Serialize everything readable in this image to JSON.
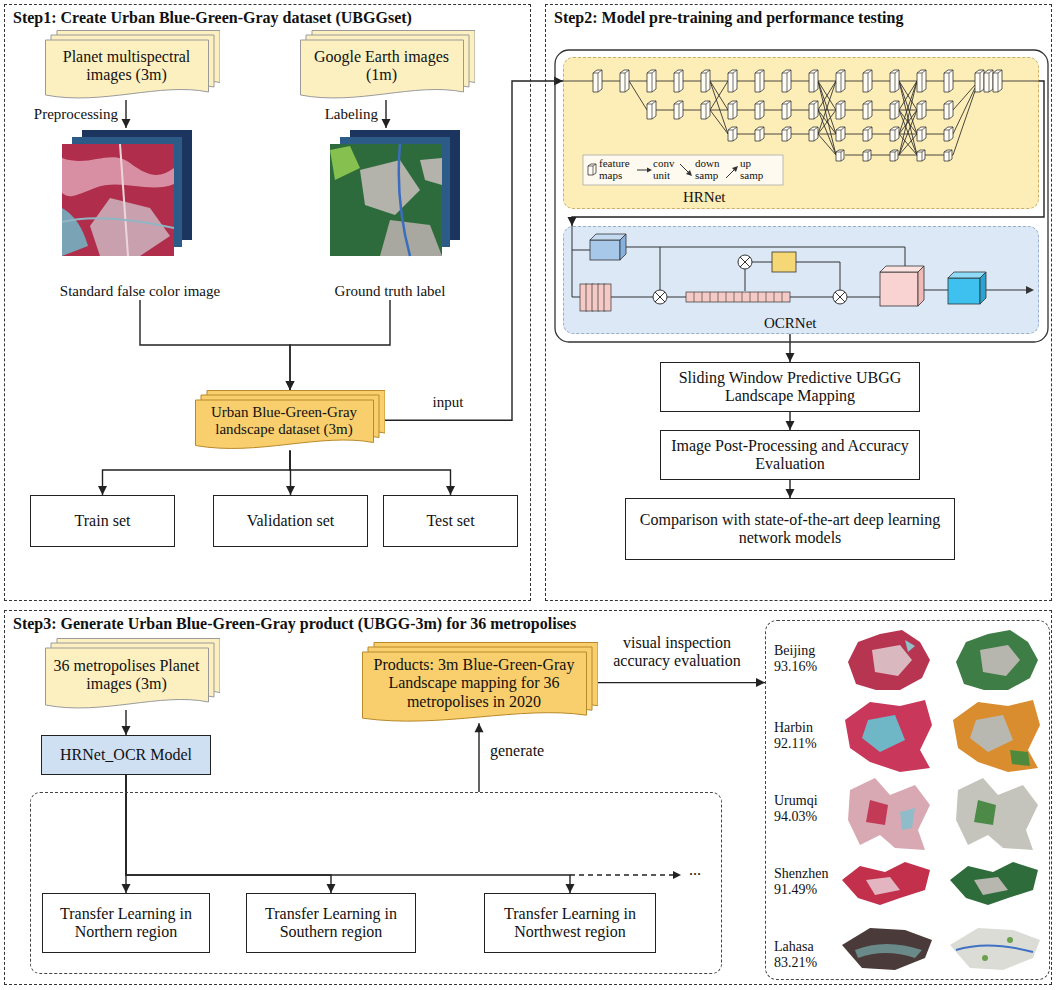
{
  "diagram": {
    "nodes": [
      {
        "text": [
          "Step1: Create Urban Blue-Green-Gray dataset (UBGGset)"
        ]
      },
      {
        "text": [
          "Planet multispectral images (3m)"
        ],
        "in": 0
      },
      {
        "text": [
          "Google Earth images (1m)"
        ],
        "in": 0
      },
      {
        "text": [
          "Standard false color image"
        ],
        "in": 0
      },
      {
        "text": [
          "Ground truth label"
        ],
        "in": 0
      },
      {
        "text": [
          "Urban Blue-Green-Gray landscape dataset (3m)"
        ],
        "in": 0
      },
      {
        "text": [
          "Train set"
        ],
        "in": 0
      },
      {
        "text": [
          "Validation set"
        ],
        "in": 0
      },
      {
        "text": [
          "Test set"
        ],
        "in": 0
      },
      {
        "text": [
          "Step2: Model pre-training and performance testing"
        ]
      },
      {
        "text": [
          "HRNet"
        ],
        "in": 9
      },
      {
        "text": [
          "OCRNet"
        ],
        "in": 9
      },
      {
        "text": [
          "Sliding Window Predictive UBGG Landscape Mapping"
        ],
        "in": 9
      },
      {
        "text": [
          "Image Post-Processing and Accuracy Evaluation"
        ],
        "in": 9
      },
      {
        "text": [
          "Comparison with state-of-the-art deep learning network models"
        ],
        "in": 9
      },
      {
        "text": [
          "Step3: Generate Urban Blue-Green-Gray product (UBGG-3m) for 36 metropolises"
        ]
      },
      {
        "text": [
          "36 metropolises Planet images (3m)"
        ],
        "in": 15
      },
      {
        "text": [
          "HRNet_OCR Model"
        ],
        "in": 15
      },
      {
        "text": [
          "Products: 3m Blue-Green-Gray Landscape mapping for 36 metropolises in 2020"
        ],
        "in": 15
      },
      {
        "text": [
          "Beijing 93.16%",
          "Harbin 92.11%",
          "Urumqi 94.03%",
          "Shenzhen 91.49%",
          "Lahasa 83.21%"
        ],
        "in": 15
      },
      {
        "text": [
          "..."
        ],
        "in": 15
      },
      {
        "text": [
          "Transfer Learning in Northern region"
        ],
        "in": 20
      },
      {
        "text": [
          "Transfer Learning in Southern region"
        ],
        "in": 20
      },
      {
        "text": [
          "Transfer Learning in Northwest region"
        ],
        "in": 20
      }
    ],
    "edges": [
      {
        "from": 1,
        "to": 3,
        "label": "Preprocessing",
        "arrow": "to"
      },
      {
        "from": 2,
        "to": 4,
        "label": "Labeling",
        "arrow": "to"
      },
      {
        "from": 3,
        "to": 5,
        "arrow": "to"
      },
      {
        "from": 4,
        "to": 5,
        "arrow": "to"
      },
      {
        "from": 5,
        "to": 10,
        "label": "input",
        "arrow": "to"
      },
      {
        "from": 5,
        "to": 6,
        "arrow": "to"
      },
      {
        "from": 5,
        "to": 7,
        "arrow": "to"
      },
      {
        "from": 5,
        "to": 8,
        "arrow": "to"
      },
      {
        "from": 10,
        "to": 11,
        "arrow": "to"
      },
      {
        "from": 11,
        "to": 12,
        "arrow": "to"
      },
      {
        "from": 12,
        "to": 13,
        "arrow": "to"
      },
      {
        "from": 13,
        "to": 14,
        "arrow": "to"
      },
      {
        "from": 16,
        "to": 17,
        "arrow": "to"
      },
      {
        "from": 17,
        "to": 21,
        "arrow": "to"
      },
      {
        "from": 17,
        "to": 22,
        "arrow": "to"
      },
      {
        "from": 17,
        "to": 23,
        "arrow": "to"
      },
      {
        "from": 20,
        "to": 18,
        "label": "generate",
        "arrow": "to"
      },
      {
        "from": 18,
        "to": 19,
        "label": "visual inspection accuracy evaluation",
        "arrow": "to"
      }
    ],
    "legend": [
      {
        "text": "feature maps"
      },
      {
        "text": "conv unit"
      },
      {
        "text": "down samp"
      },
      {
        "text": "up samp"
      }
    ]
  }
}
